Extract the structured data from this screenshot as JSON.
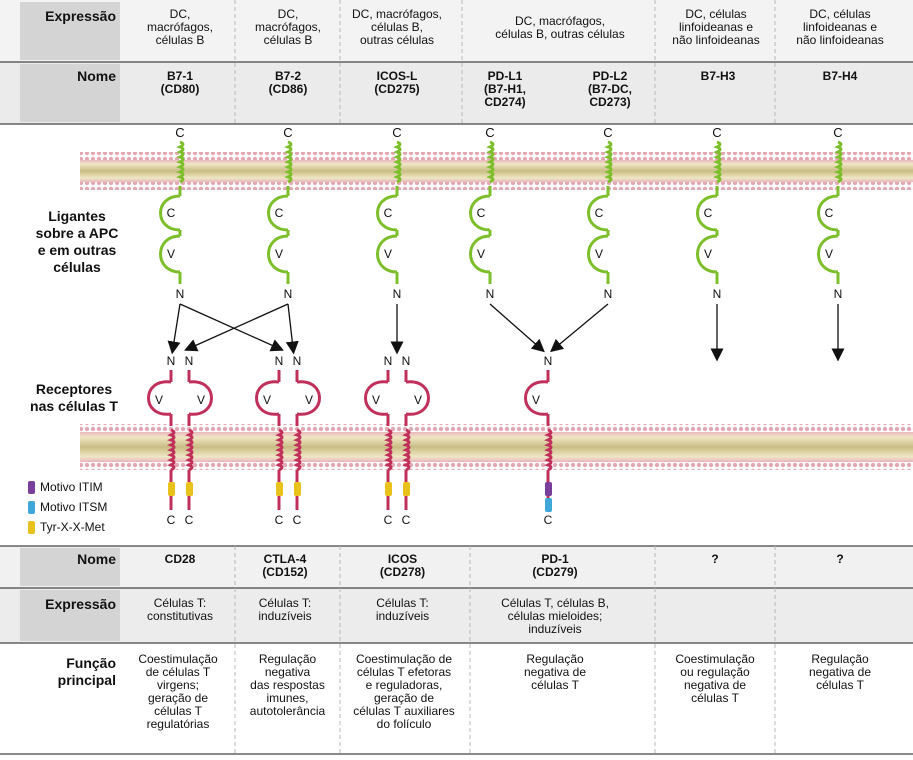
{
  "top_table": {
    "expression_header": "Expressão",
    "name_header": "Nome",
    "expression": [
      "DC,\nmacrófagos,\ncélulas B",
      "DC,\nmacrófagos,\ncélulas B",
      "DC, macrófagos,\ncélulas B,\noutras células",
      "DC, macrófagos,\ncélulas B, outras células",
      "DC, células\nlinfoideanas e\nnão linfoideanas",
      "DC, células\nlinfoideanas e\nnão linfoideanas"
    ],
    "names": [
      "B7-1\n(CD80)",
      "B7-2\n(CD86)",
      "ICOS-L\n(CD275)",
      "PD-L1\n(B7-H1,\nCD274)",
      "PD-L2\n(B7-DC,\nCD273)",
      "B7-H3",
      "B7-H4"
    ]
  },
  "side_labels": {
    "ligands": "Ligantes\nsobre a APC\ne em outras\ncélulas",
    "receptors": "Receptores\nnas células T"
  },
  "domain_letters": {
    "c": "C",
    "v": "V",
    "n": "N"
  },
  "legend": [
    {
      "label": "Motivo ITIM",
      "color": "#7a3f9a"
    },
    {
      "label": "Motivo ITSM",
      "color": "#3fa8d8"
    },
    {
      "label": "Tyr-X-X-Met",
      "color": "#e8c21a"
    }
  ],
  "bottom_table": {
    "name_header": "Nome",
    "expression_header": "Expressão",
    "function_header": "Função\nprincipal",
    "names": [
      "CD28",
      "CTLA-4\n(CD152)",
      "ICOS\n(CD278)",
      "PD-1\n(CD279)",
      "?",
      "?"
    ],
    "expression": [
      "Células T:\nconstitutivas",
      "Células T:\ninduzíveis",
      "Células T:\ninduzíveis",
      "Células T, células B,\ncélulas mieloides;\ninduzíveis",
      "",
      ""
    ],
    "function": [
      "Coestimulação\nde células T\nvirgens;\ngeração de\ncélulas T\nregulatórias",
      "Regulação\nnegativa\ndas respostas\nimunes,\nautotolerância",
      "Coestimulação de\ncélulas T efetoras\ne reguladoras,\ngeração de\ncélulas T auxiliares\ndo folículo",
      "Regulação\nnegativa de\ncélulas T",
      "Coestimulação\nou regulação\nnegativa de\ncélulas T",
      "Regulação\nnegativa de\ncélulas T"
    ]
  },
  "colors": {
    "ligand": "#7cbf2a",
    "receptor": "#c0305a",
    "membrane": "#d9cf9a",
    "header_bg": "#d4d4d4",
    "stripe_bg": "#ececec"
  }
}
